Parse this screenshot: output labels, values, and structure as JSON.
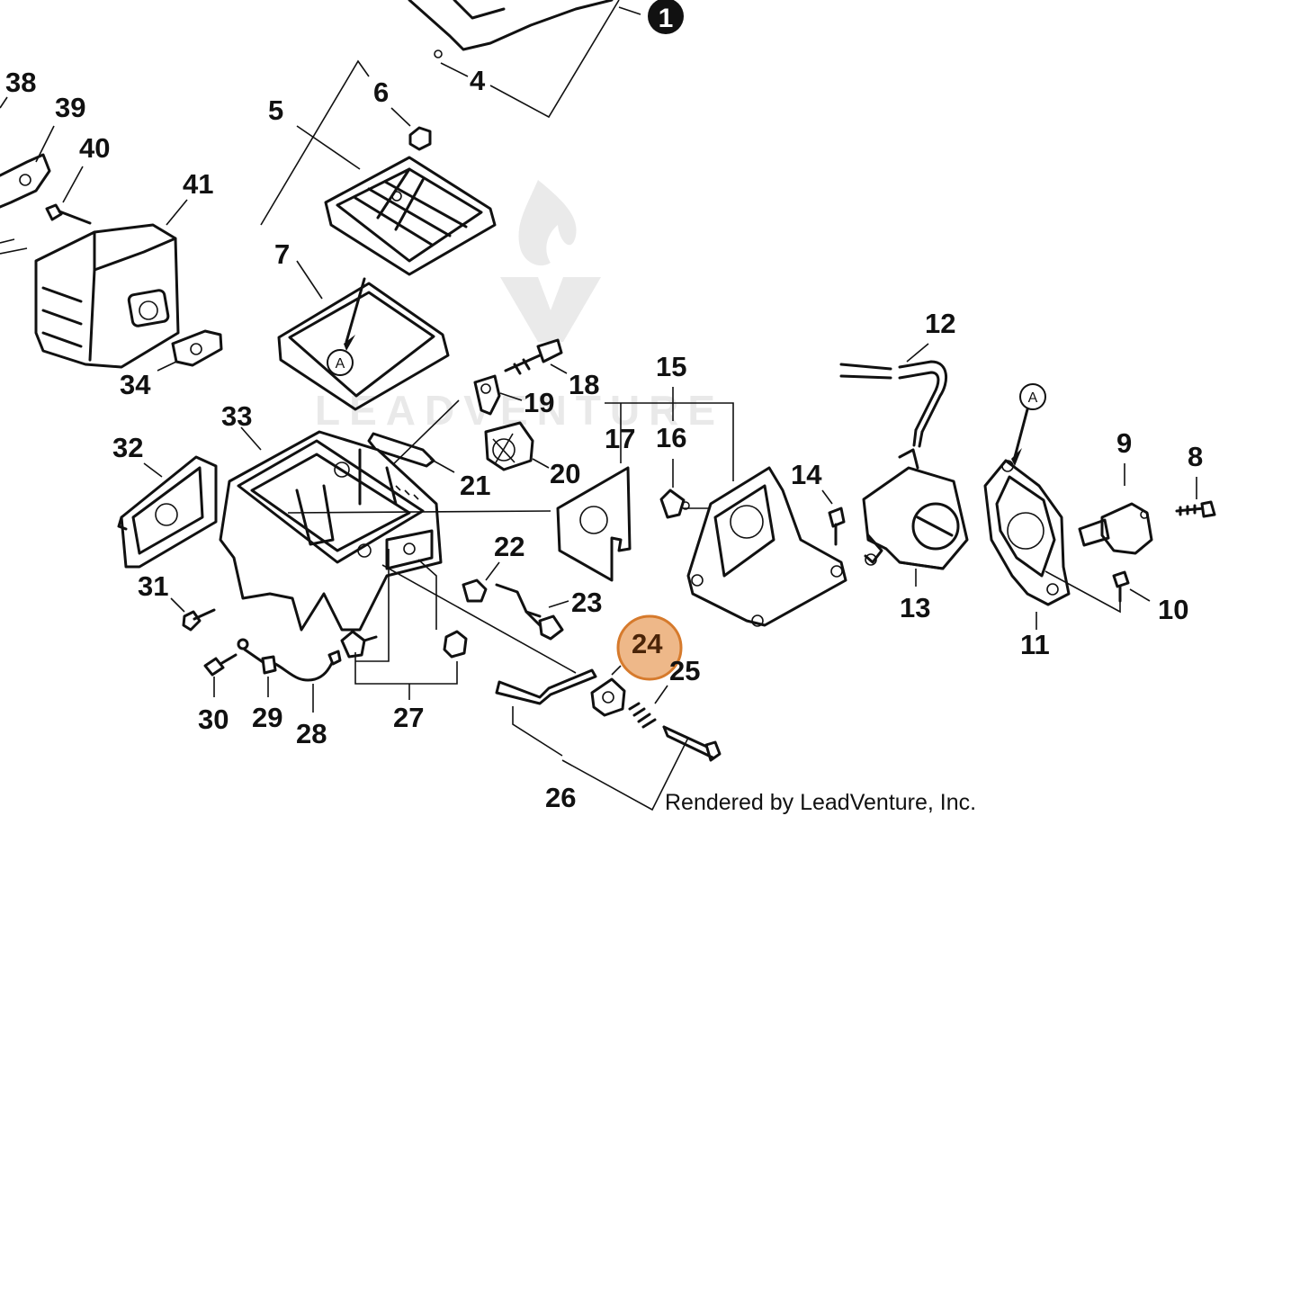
{
  "diagram": {
    "labels": {
      "p1": "1",
      "p4": "4",
      "p5": "5",
      "p6": "6",
      "p7": "7",
      "p8": "8",
      "p9": "9",
      "p10": "10",
      "p11": "11",
      "p12": "12",
      "p13": "13",
      "p14": "14",
      "p15": "15",
      "p16": "16",
      "p17": "17",
      "p18": "18",
      "p19": "19",
      "p20": "20",
      "p21": "21",
      "p22": "22",
      "p23": "23",
      "p24": "24",
      "p25": "25",
      "p26": "26",
      "p27": "27",
      "p28": "28",
      "p29": "29",
      "p30": "30",
      "p31": "31",
      "p32": "32",
      "p33": "33",
      "p34": "34",
      "p38": "38",
      "p39": "39",
      "p40": "40",
      "p41": "41"
    },
    "ref_markers": {
      "a_left": "A",
      "a_right": "A"
    },
    "credit": "Rendered by LeadVenture, Inc.",
    "watermark": "LEADVENTURE",
    "highlighted_part": "24",
    "highlight_color": "#e8a062",
    "highlight_stroke": "#d67a2c"
  }
}
